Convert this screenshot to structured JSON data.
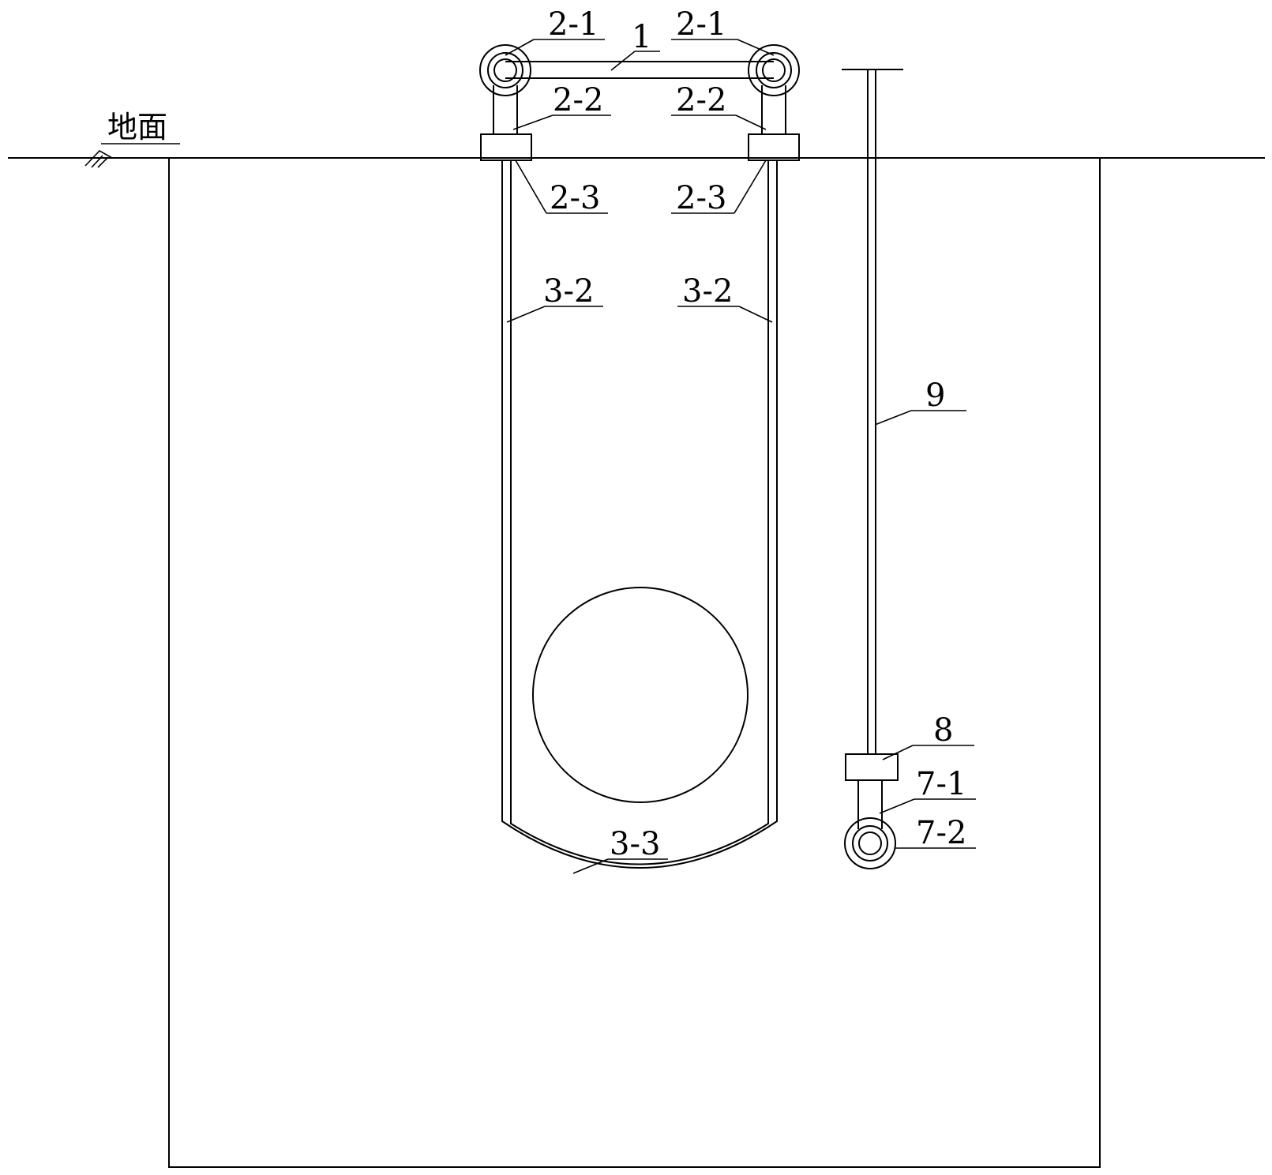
{
  "labels": {
    "ground": "地面",
    "cable": "1",
    "pulley_top_left": "2-1",
    "pulley_top_right": "2-1",
    "bracket_left": "2-2",
    "bracket_right": "2-2",
    "base_left": "2-3",
    "base_right": "2-3",
    "side_wire_left": "3-2",
    "side_wire_right": "3-2",
    "bottom_wire": "3-3",
    "rod": "9",
    "block": "8",
    "lower_bracket": "7-1",
    "lower_pulley": "7-2"
  }
}
